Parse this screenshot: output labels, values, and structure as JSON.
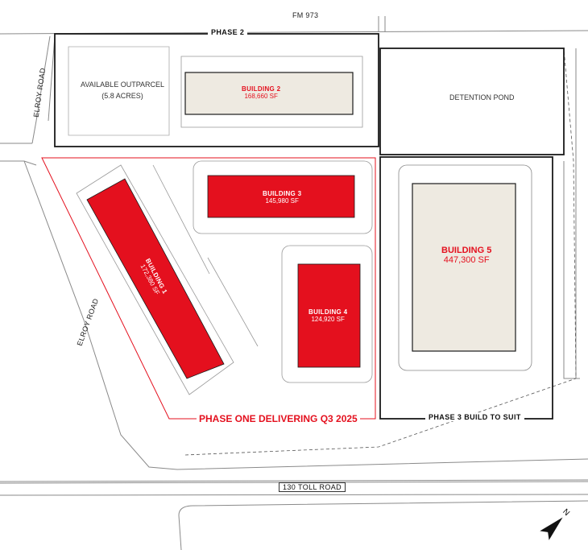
{
  "colors": {
    "phase1_red": "#e4101e",
    "future_beige": "#eeeae1",
    "outline": "#1a1a1a",
    "road_line": "#8a8a8a"
  },
  "roads": {
    "north": "FM 973",
    "west_upper": "ELROY ROAD",
    "west_lower": "ELROY ROAD",
    "south": "130 TOLL ROAD"
  },
  "areas": {
    "phase2": "PHASE 2",
    "outparcel_line1": "AVAILABLE OUTPARCEL",
    "outparcel_line2": "(5.8 ACRES)",
    "detention": "DETENTION POND",
    "phase3": "PHASE 3 BUILD TO SUIT",
    "phase1": "PHASE ONE DELIVERING Q3 2025"
  },
  "buildings": [
    {
      "name": "BUILDING 1",
      "sf": "172,380 SF",
      "phase": "Phase One"
    },
    {
      "name": "BUILDING 2",
      "sf": "168,660 SF",
      "phase": "Phase 2"
    },
    {
      "name": "BUILDING 3",
      "sf": "145,980 SF",
      "phase": "Phase One"
    },
    {
      "name": "BUILDING 4",
      "sf": "124,920 SF",
      "phase": "Phase One"
    },
    {
      "name": "BUILDING 5",
      "sf": "447,300 SF",
      "phase": "Phase 3"
    }
  ],
  "north_arrow": {
    "icon": "north-arrow-icon",
    "label": "N"
  }
}
